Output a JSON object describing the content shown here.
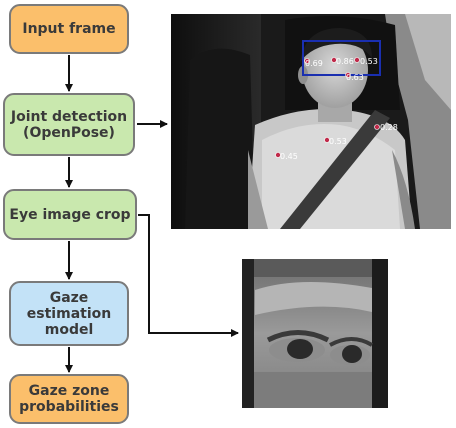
{
  "steps": [
    {
      "label": "Input frame",
      "color": "#fbbf6b"
    },
    {
      "label": "Joint detection\n(OpenPose)",
      "color": "#c9e8ae"
    },
    {
      "label": "Eye image crop",
      "color": "#c9e8ae"
    },
    {
      "label": "Gaze\nestimation\nmodel",
      "color": "#c3e2f7"
    },
    {
      "label": "Gaze zone\nprobabilities",
      "color": "#fbbf6b"
    }
  ],
  "frame": {
    "confidences": [
      "0.69",
      "0.86",
      "0.53",
      "0.63",
      "0.28",
      "0.53",
      "0.45"
    ],
    "bbox_color": "#1a2fb0"
  }
}
